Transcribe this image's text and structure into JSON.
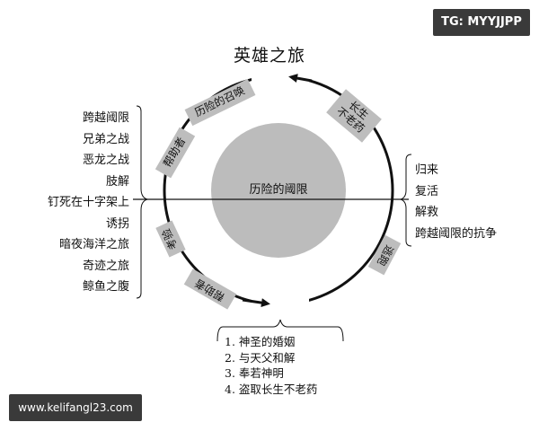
{
  "title": "英雄之旅",
  "center_label": "历险的阈限",
  "watermarks": {
    "top": "TG: MYYJJPP",
    "bottom": "www.kelifangl23.com"
  },
  "circle_labels": {
    "call": "历险的召唤",
    "elixir": "长生\n不老药",
    "helper_top": "帮助者",
    "trial": "考验",
    "helper_bottom": "帮助者",
    "escape": "逃跑"
  },
  "left_list": [
    "跨越阈限",
    "兄弟之战",
    "恶龙之战",
    "肢解",
    "钉死在十字架上",
    "诱拐",
    "暗夜海洋之旅",
    "奇迹之旅",
    "鲸鱼之腹"
  ],
  "right_list": [
    "归来",
    "复活",
    "解救",
    "跨越阈限的抗争"
  ],
  "bottom_list": [
    "1. 神圣的婚姻",
    "2. 与天父和解",
    "3. 奉若神明",
    "4. 盗取长生不老药"
  ]
}
